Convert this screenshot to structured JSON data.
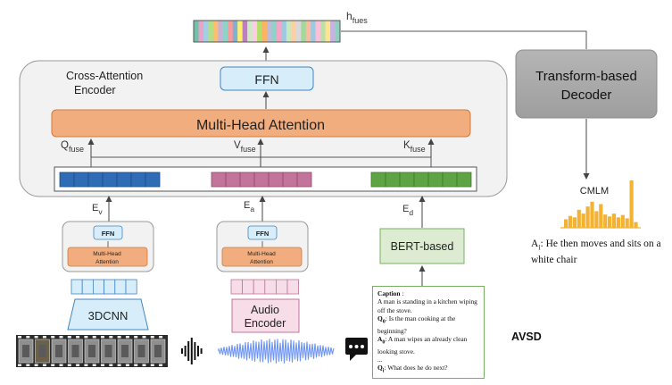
{
  "labels": {
    "h_fues": "h",
    "h_fues_sub": "fues",
    "encoder_title_line1": "Cross-Attention",
    "encoder_title_line2": "Encoder",
    "ffn": "FFN",
    "mha": "Multi-Head Attention",
    "q_fuse": "Q",
    "q_fuse_sub": "fuse",
    "v_fuse": "V",
    "v_fuse_sub": "fuse",
    "k_fuse": "K",
    "k_fuse_sub": "fuse",
    "decoder_line1": "Transform-based",
    "decoder_line2": "Decoder",
    "cmlm": "CMLM",
    "e_v": "E",
    "e_v_sub": "v",
    "e_a": "E",
    "e_a_sub": "a",
    "e_d": "E",
    "e_d_sub": "d",
    "small_ffn": "FFN",
    "small_mha_line1": "Multi-Head",
    "small_mha_line2": "Attention",
    "bert": "BERT-based",
    "cnn3d": "3DCNN",
    "audio_line1": "Audio",
    "audio_line2": "Encoder",
    "avsd": "AVSD"
  },
  "caption_box": {
    "caption_label": "Caption",
    "caption_sep": " :",
    "caption_text": "A man is standing in a kitchen wiping off the stove.",
    "q0_label": "Q",
    "q0_sub": "0",
    "q0_text": ": Is the man cooking at the beginning?",
    "a0_label": "A",
    "a0_sub": "0",
    "a0_text": ": A man wipes an already clean looking stove.",
    "ellipsis": "...",
    "qi_label": "Q",
    "qi_sub": "i",
    "qi_text": ": What does he do next?"
  },
  "answer": {
    "label": "A",
    "sub": "i",
    "text": ": He then moves and sits on a white chair"
  },
  "colors": {
    "video_blue": "#2e6db5",
    "audio_pink": "#c2749b",
    "dialog_green": "#5fa444",
    "mha_orange": "#f2ad7e",
    "ffn_blue": "#d7eefa",
    "decoder_gray": "#a9a9a9",
    "cmlm_bar": "#f4b233"
  },
  "cmlm_bars": [
    0.18,
    0.25,
    0.22,
    0.38,
    0.3,
    0.45,
    0.55,
    0.35,
    0.5,
    0.28,
    0.24,
    0.3,
    0.22,
    0.27,
    0.2,
    1.0,
    0.12
  ]
}
